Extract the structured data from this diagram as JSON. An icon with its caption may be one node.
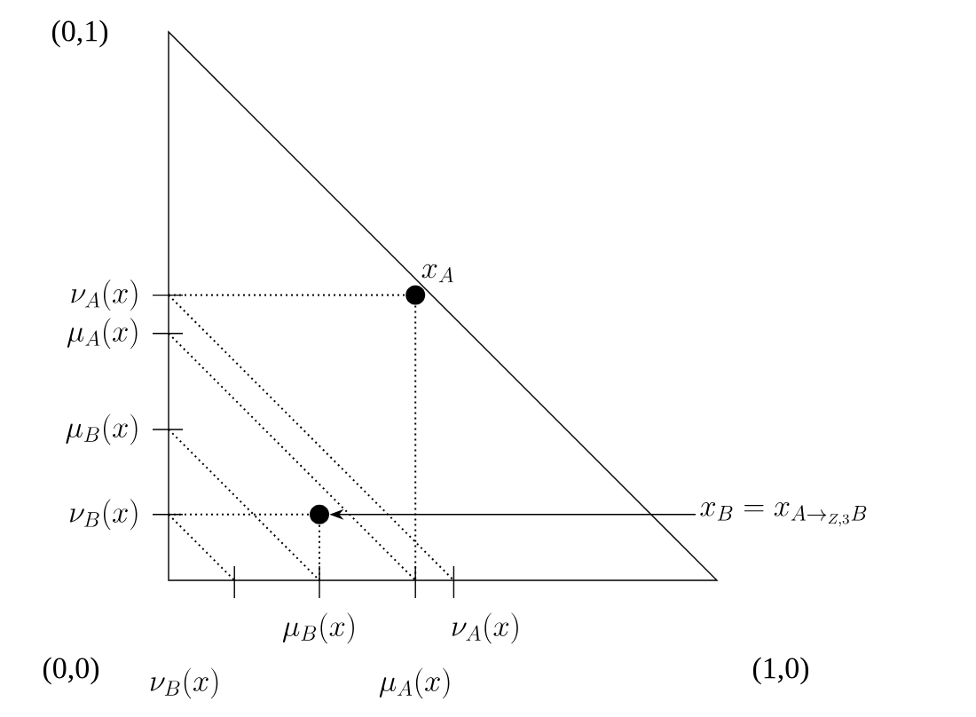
{
  "diagram": {
    "nodes": [
      {
        "text": [],
        "shape": "circle",
        "beside": [
          "x_A"
        ]
      },
      {
        "text": [],
        "shape": "circle"
      },
      {
        "text": [
          "x_B = x_{A \\to_{Z,3} B}"
        ]
      }
    ],
    "edges": [
      {
        "from": 2,
        "to": 1,
        "arrow": "to"
      }
    ],
    "labels": [
      "(0,1)",
      "\\nu_A(x)",
      "\\mu_A(x)",
      "\\mu_B(x)",
      "\\nu_B(x)",
      "(0,0)",
      "\\mu_B(x)",
      "\\nu_A(x)",
      "(1,0)",
      "\\nu_B(x)",
      "\\mu_A(x)"
    ]
  }
}
